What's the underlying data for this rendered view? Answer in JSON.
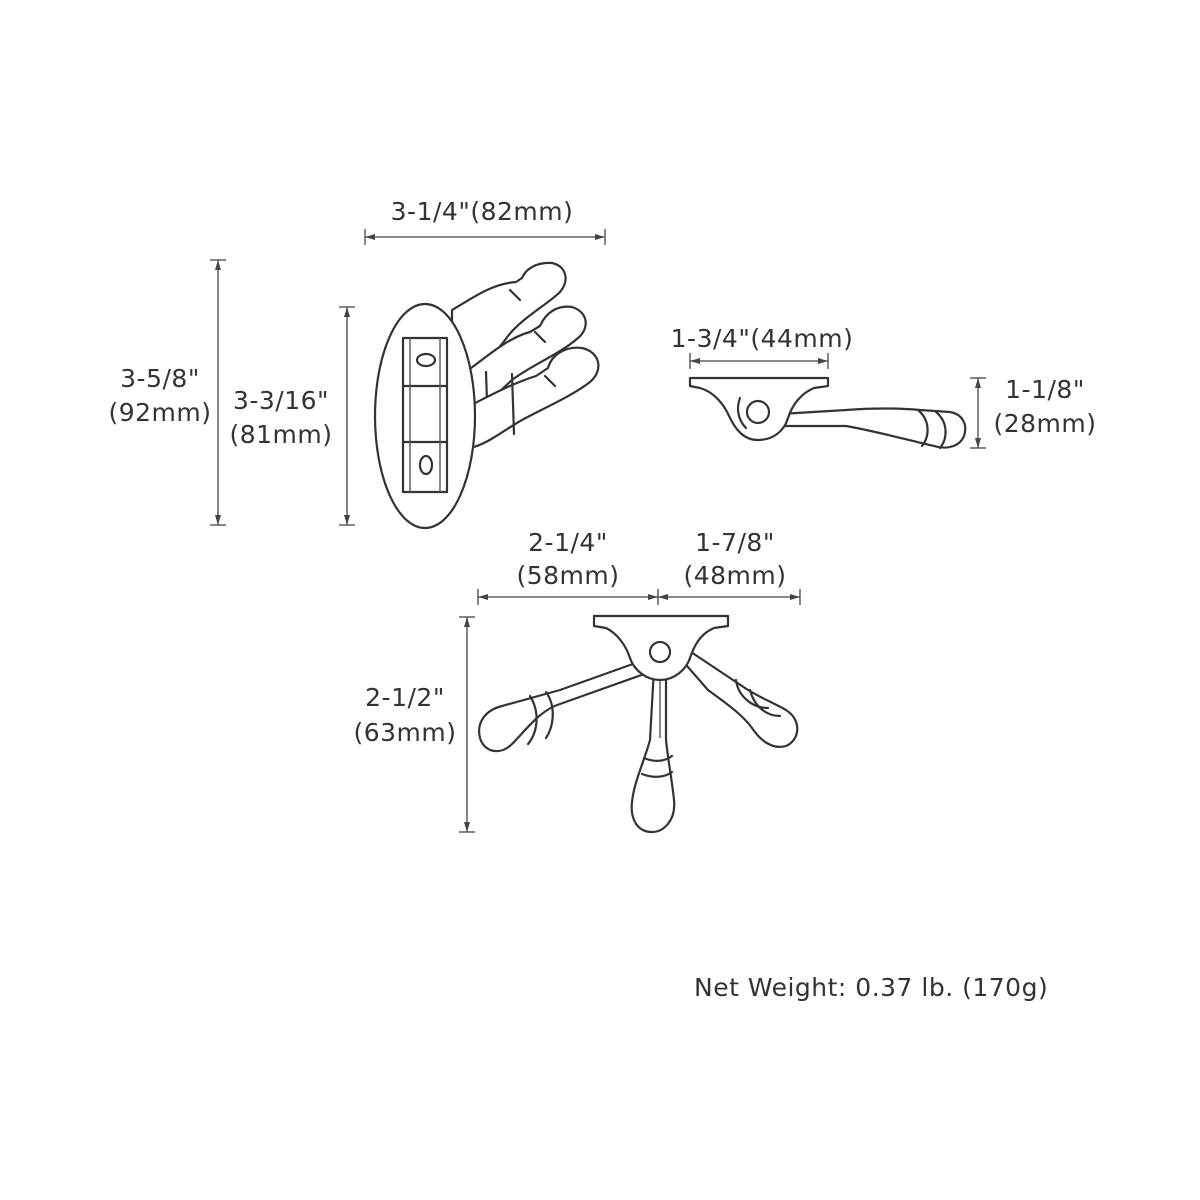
{
  "front_view": {
    "overall_width": "3-1/4\"(82mm)",
    "overall_height_in": "3-5/8\"",
    "overall_height_mm": "(92mm)",
    "plate_height_in": "3-3/16\"",
    "plate_height_mm": "(81mm)"
  },
  "side_view": {
    "base_width": "1-3/4\"(44mm)",
    "depth_in": "1-1/8\"",
    "depth_mm": "(28mm)"
  },
  "top_view": {
    "left_reach_in": "2-1/4\"",
    "left_reach_mm": "(58mm)",
    "right_reach_in": "1-7/8\"",
    "right_reach_mm": "(48mm)",
    "projection_in": "2-1/2\"",
    "projection_mm": "(63mm)"
  },
  "net_weight": "Net Weight: 0.37 lb. (170g)",
  "colors": {
    "line": "#333333",
    "background": "#ffffff"
  }
}
